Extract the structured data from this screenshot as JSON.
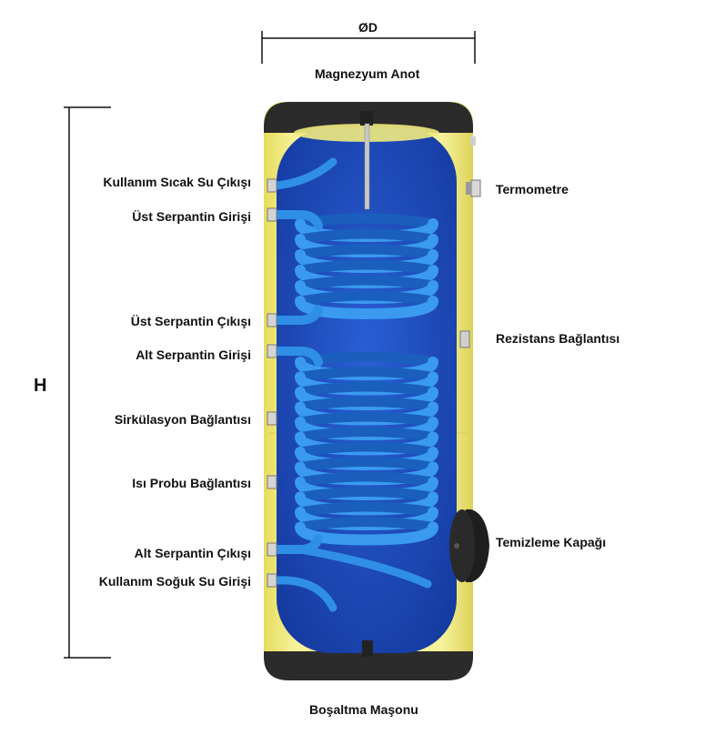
{
  "dimensions": {
    "diameter": "ØD",
    "height": "H"
  },
  "labels": {
    "top": "Magnezyum Anot",
    "bottom": "Boşaltma Maşonu",
    "left": [
      "Kullanım Sıcak Su Çıkışı",
      "Üst Serpantin Girişi",
      "Üst Serpantin Çıkışı",
      "Alt Serpantin Girişi",
      "Sirkülasyon Bağlantısı",
      "Isı Probu Bağlantısı",
      "Alt Serpantin Çıkışı",
      "Kullanım Soğuk Su Girişi"
    ],
    "right": [
      "Termometre",
      "Rezistans Bağlantısı",
      "Temizleme Kapağı"
    ]
  },
  "colors": {
    "shell_yellow": "#f3ee8c",
    "inner_blue": "#1f4fc0",
    "coil_blue": "#2f8fe6",
    "cap_dark": "#2b2b2b"
  }
}
